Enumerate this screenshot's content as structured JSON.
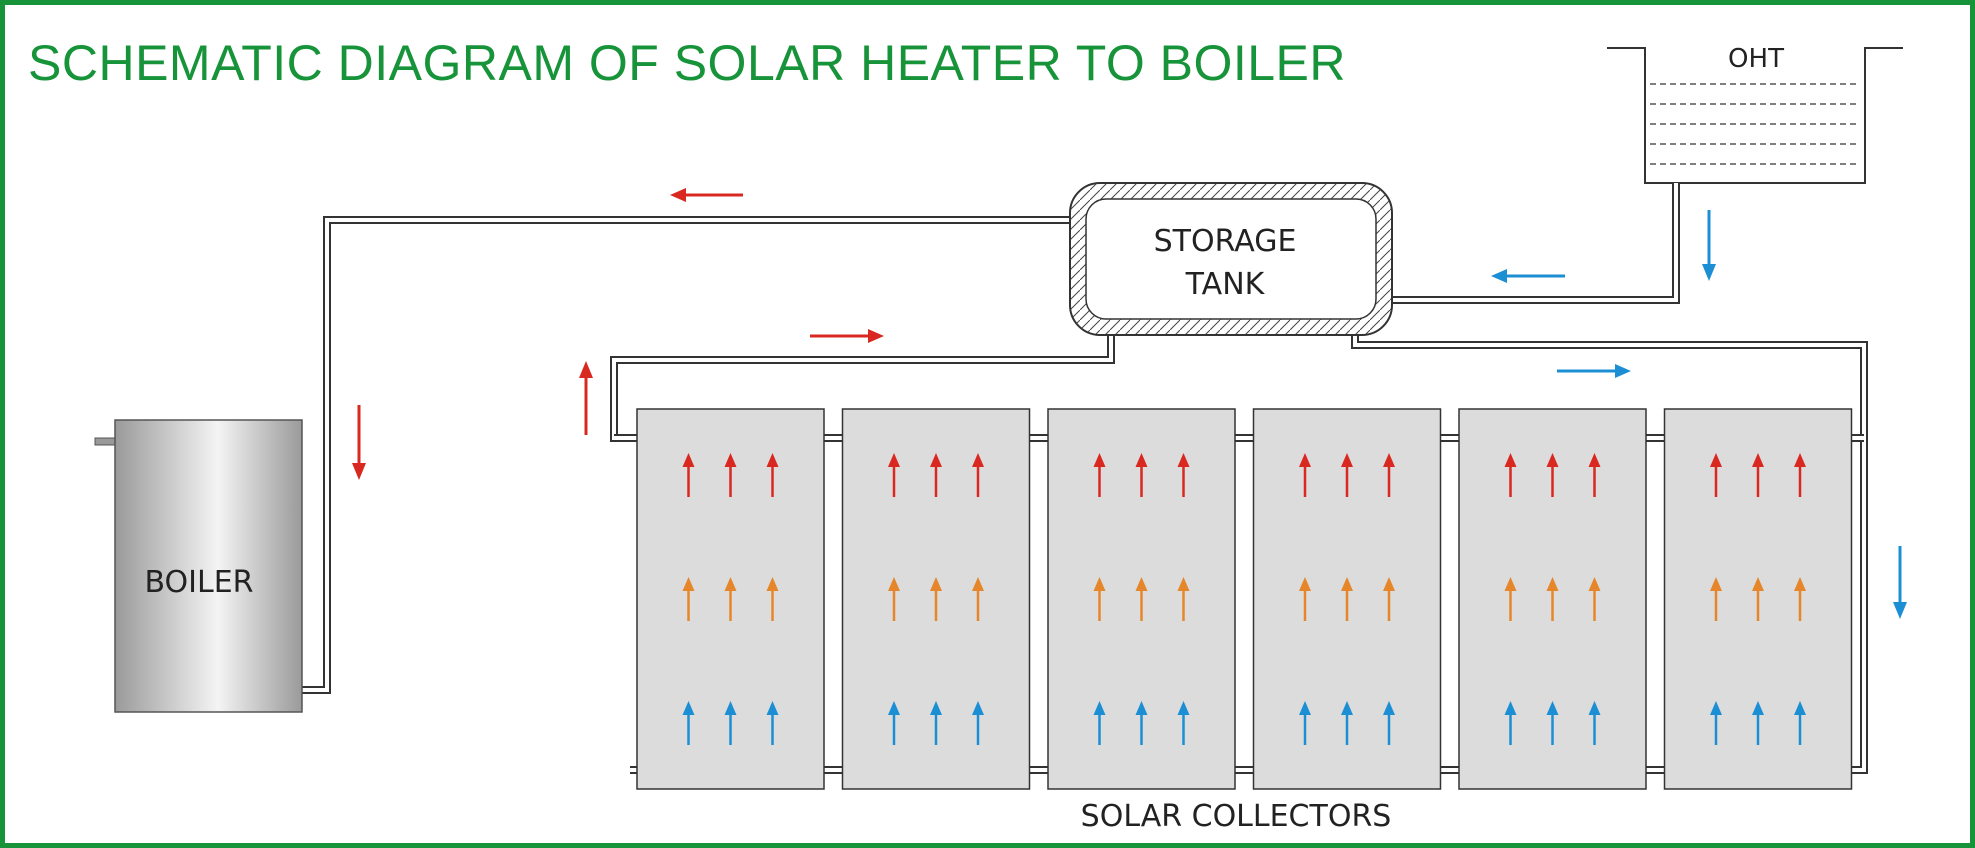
{
  "title": "SCHEMATIC DIAGRAM OF SOLAR HEATER TO BOILER",
  "labels": {
    "oht": "OHT",
    "storage_line1": "STORAGE",
    "storage_line2": "TANK",
    "boiler": "BOILER",
    "collectors": "SOLAR COLLECTORS"
  },
  "collector_count": 6,
  "colors": {
    "border": "#17943a",
    "title": "#17943a",
    "hot": "#d9281f",
    "warm": "#e6862a",
    "cold": "#1c8fd4",
    "panel": "#dcdcdc",
    "line": "#333333"
  }
}
